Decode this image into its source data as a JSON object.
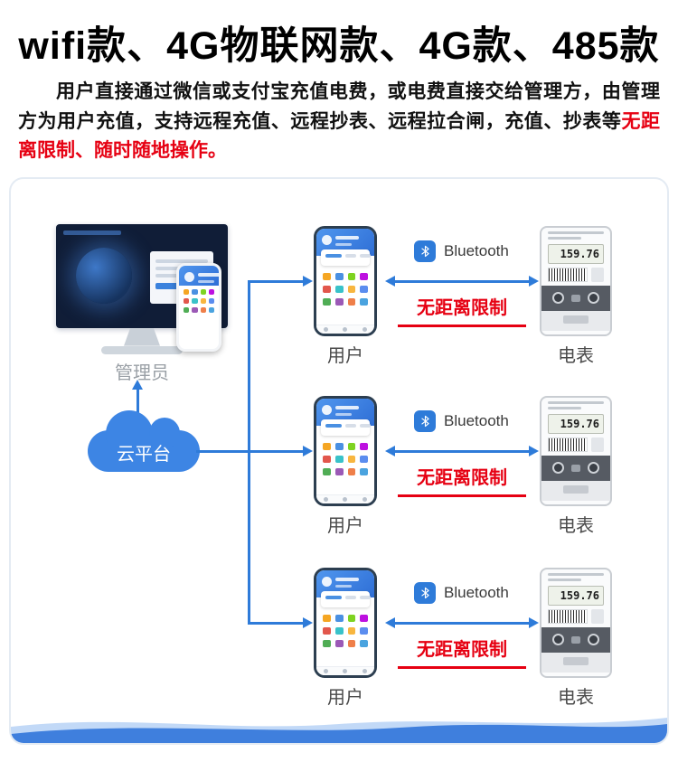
{
  "header": {
    "title": "wifi款、4G物联网款、4G款、485款",
    "paragraph_text": "用户直接通过微信或支付宝充值电费，或电费直接交给管理方，由管理方为用户充值，支持远程充值、远程抄表、远程拉合闸，充值、抄表等",
    "paragraph_highlight": "无距离限制、随时随地操作。"
  },
  "diagram": {
    "admin_label": "管理员",
    "cloud_label": "云平台",
    "colors": {
      "accent_blue": "#2e7bd9",
      "cloud_blue": "#3d85e4",
      "highlight_red": "#e60012"
    },
    "phone_icon_colors": [
      "#f5a623",
      "#4a90e2",
      "#7ed321",
      "#bd10e0",
      "#e2574c",
      "#39c2c9",
      "#f8b63f",
      "#5b8def",
      "#50ad55",
      "#9b59b6",
      "#ef7f49",
      "#4aa3df"
    ],
    "rows": [
      {
        "user_label": "用户",
        "bluetooth_label": "Bluetooth",
        "limit_label": "无距离限制",
        "meter_label": "电表",
        "meter_reading": "159.76"
      },
      {
        "user_label": "用户",
        "bluetooth_label": "Bluetooth",
        "limit_label": "无距离限制",
        "meter_label": "电表",
        "meter_reading": "159.76"
      },
      {
        "user_label": "用户",
        "bluetooth_label": "Bluetooth",
        "limit_label": "无距离限制",
        "meter_label": "电表",
        "meter_reading": "159.76"
      }
    ]
  }
}
